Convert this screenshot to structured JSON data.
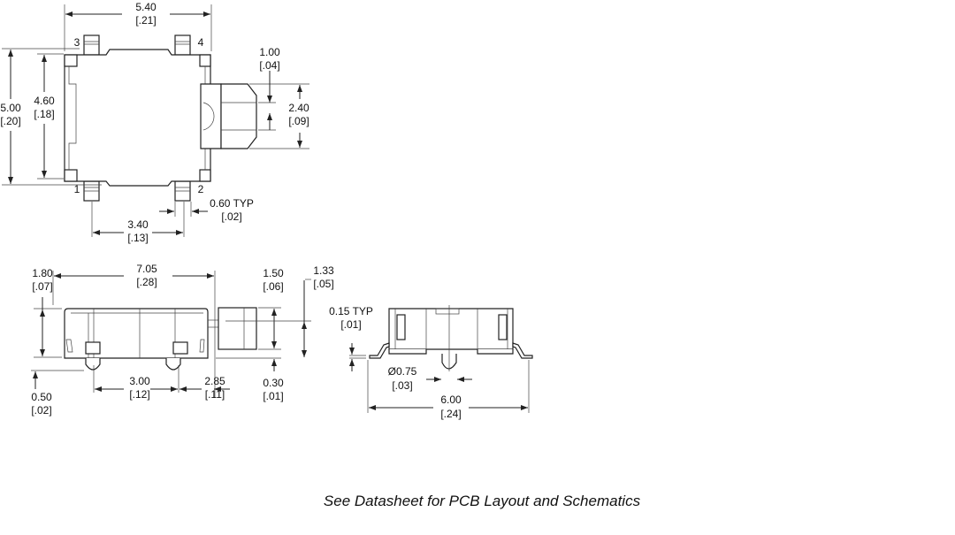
{
  "top_view": {
    "width": {
      "mm": "5.40",
      "in": "[.21]"
    },
    "height_outer": {
      "mm": "5.00",
      "in": "[.20]"
    },
    "height_inner": {
      "mm": "4.60",
      "in": "[.18]"
    },
    "actuator_depth": {
      "mm": "1.00",
      "in": "[.04]"
    },
    "actuator_width": {
      "mm": "2.40",
      "in": "[.09]"
    },
    "pin_pitch": {
      "mm": "3.40",
      "in": "[.13]"
    },
    "pin_width": {
      "mm": "0.60 TYP",
      "in": "[.02]"
    },
    "pins": [
      "1",
      "2",
      "3",
      "4"
    ]
  },
  "side_view": {
    "height": {
      "mm": "1.80",
      "in": "[.07]"
    },
    "length": {
      "mm": "7.05",
      "in": "[.28]"
    },
    "actuator_height": {
      "mm": "1.50",
      "in": "[.06]"
    },
    "actuator_center": {
      "mm": "1.33",
      "in": "[.05]"
    },
    "post_height": {
      "mm": "0.50",
      "in": "[.02]"
    },
    "post_pitch": {
      "mm": "3.00",
      "in": "[.12]"
    },
    "post_to_end": {
      "mm": "2.85",
      "in": "[.11]"
    },
    "actuator_offset": {
      "mm": "0.30",
      "in": "[.01]"
    }
  },
  "end_view": {
    "lead_thickness": {
      "mm": "0.15 TYP",
      "in": "[.01]"
    },
    "post_diameter": {
      "mm": "Ø0.75",
      "in": "[.03]"
    },
    "width": {
      "mm": "6.00",
      "in": "[.24]"
    }
  },
  "footer_note": "See Datasheet for PCB Layout and Schematics"
}
